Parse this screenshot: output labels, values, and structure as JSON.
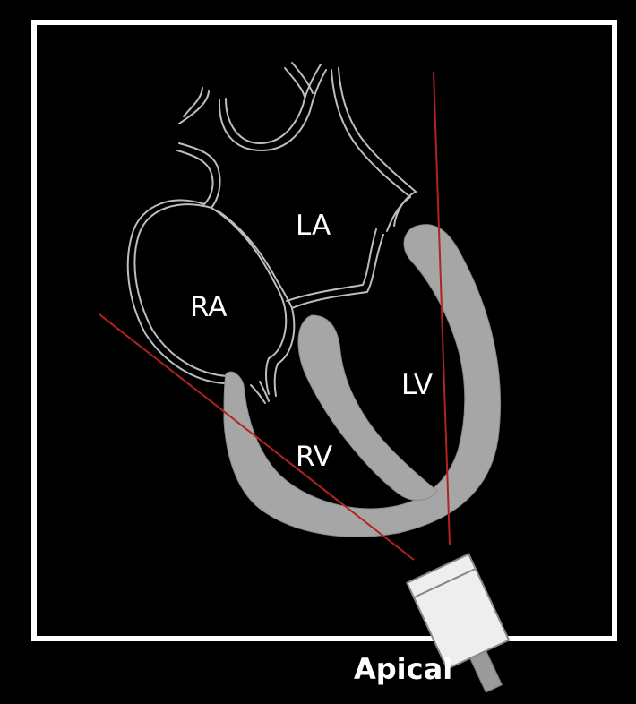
{
  "labels": {
    "la": "LA",
    "ra": "RA",
    "lv": "LV",
    "rv": "RV",
    "view": "Apical"
  },
  "colors": {
    "background": "#000000",
    "frame": "#ffffff",
    "myocardium": "#a6a6a6",
    "atrial_outline": "#bdbdbd",
    "scan_line": "#b22222",
    "probe_body": "#eeeeee",
    "probe_cable": "#9a9a9a"
  }
}
